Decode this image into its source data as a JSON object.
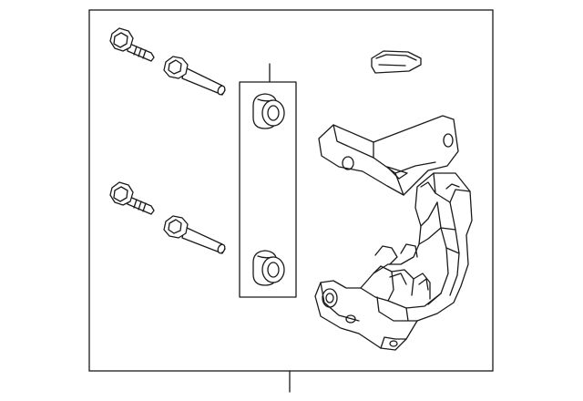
{
  "diagram": {
    "kind": "exploded parts illustration",
    "components": [
      {
        "name": "caliper-bolt",
        "count": 2
      },
      {
        "name": "guide-pin",
        "count": 2
      },
      {
        "name": "pin-boot",
        "count": 2
      },
      {
        "name": "grease-packet",
        "count": 1
      },
      {
        "name": "caliper-bracket",
        "count": 1
      }
    ],
    "colors": {
      "line": "#1a1a1a",
      "background": "#ffffff"
    }
  }
}
